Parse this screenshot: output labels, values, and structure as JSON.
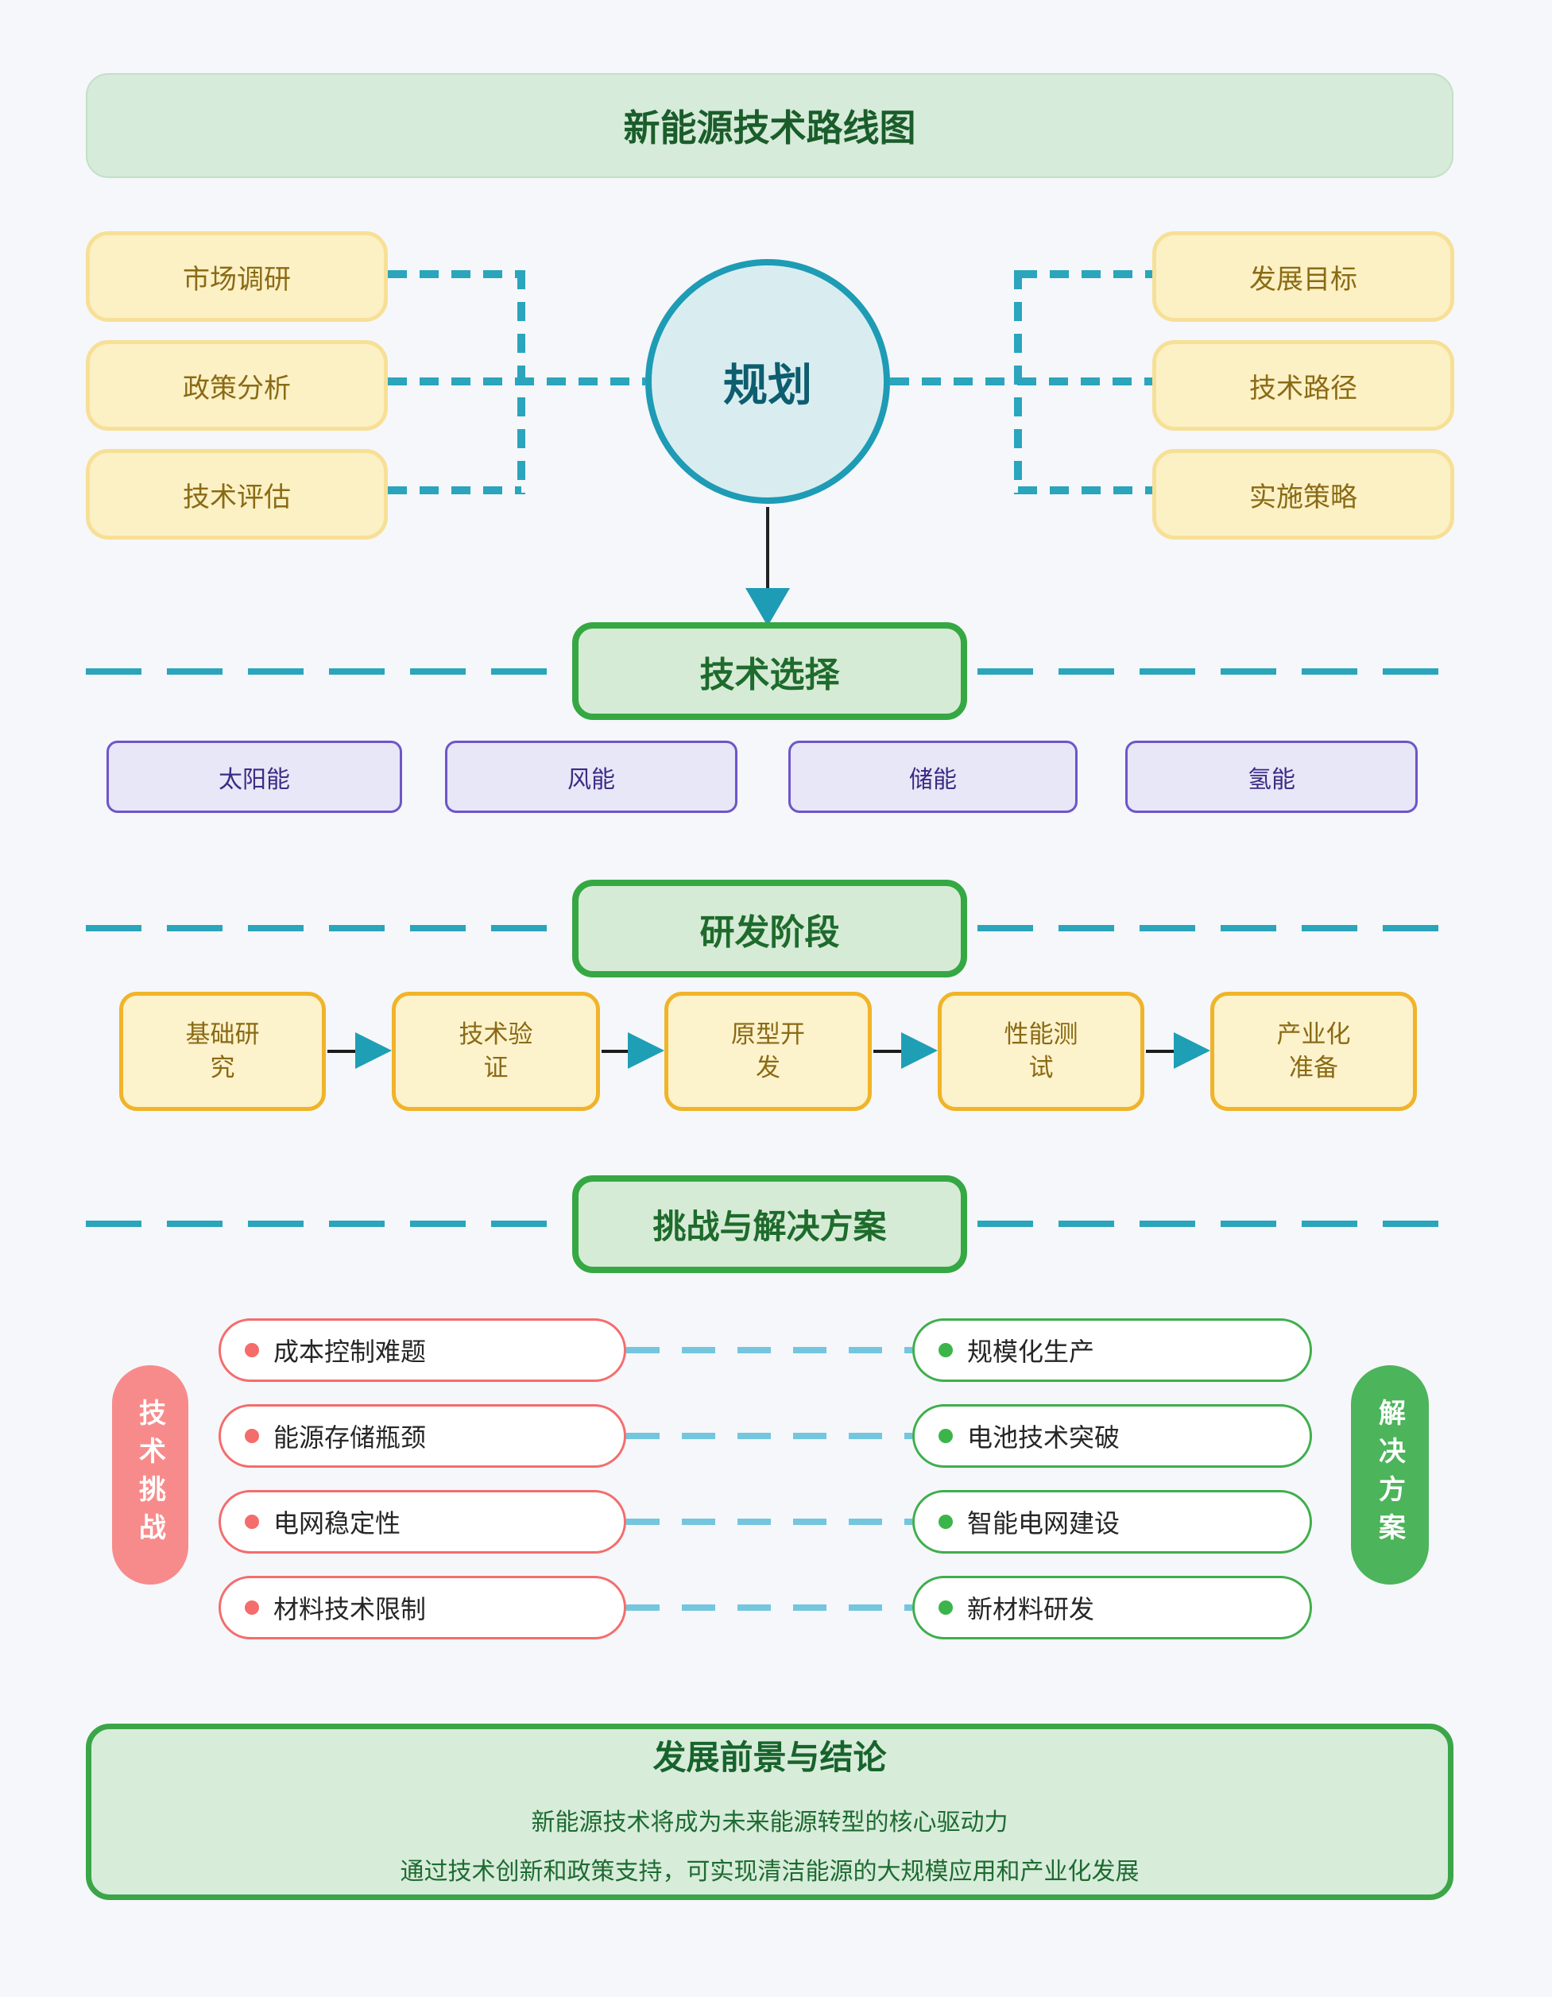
{
  "page": {
    "title": "新能源技术路线图",
    "background_color": "#F5F7FA"
  },
  "colors": {
    "teal_accent": "#2AA5BC",
    "circle_border": "#1E9BB5",
    "green_accent": "#35A843",
    "yellow_node_fill": "#FCF0C5",
    "yellow_node_text": "#8A6B15",
    "gold_border": "#F0B429",
    "purple_border": "#6F55C8",
    "challenge_red": "#F56C6C",
    "solution_green": "#3FAE4C",
    "capsule_pink": "#F78B8B",
    "capsule_green": "#4CB45A",
    "light_blue_link": "#74C6DE"
  },
  "planning": {
    "center_label": "规划",
    "left_items": [
      {
        "label": "市场调研"
      },
      {
        "label": "政策分析"
      },
      {
        "label": "技术评估"
      }
    ],
    "right_items": [
      {
        "label": "发展目标"
      },
      {
        "label": "技术路径"
      },
      {
        "label": "实施策略"
      }
    ]
  },
  "tech_selection": {
    "title": "技术选择",
    "options": [
      {
        "label": "太阳能"
      },
      {
        "label": "风能"
      },
      {
        "label": "储能"
      },
      {
        "label": "氢能"
      }
    ]
  },
  "rd_phase": {
    "title": "研发阶段",
    "stages": [
      {
        "label": "基础研\n究"
      },
      {
        "label": "技术验\n证"
      },
      {
        "label": "原型开\n发"
      },
      {
        "label": "性能测\n试"
      },
      {
        "label": "产业化\n准备"
      }
    ]
  },
  "challenges": {
    "title": "挑战与解决方案",
    "left_axis_label": "技术挑战",
    "right_axis_label": "解决方案",
    "pairs": [
      {
        "challenge": "成本控制难题",
        "solution": "规模化生产"
      },
      {
        "challenge": "能源存储瓶颈",
        "solution": "电池技术突破"
      },
      {
        "challenge": "电网稳定性",
        "solution": "智能电网建设"
      },
      {
        "challenge": "材料技术限制",
        "solution": "新材料研发"
      }
    ]
  },
  "conclusion": {
    "title": "发展前景与结论",
    "lines": [
      "新能源技术将成为未来能源转型的核心驱动力",
      "通过技术创新和政策支持，可实现清洁能源的大规模应用和产业化发展"
    ]
  }
}
